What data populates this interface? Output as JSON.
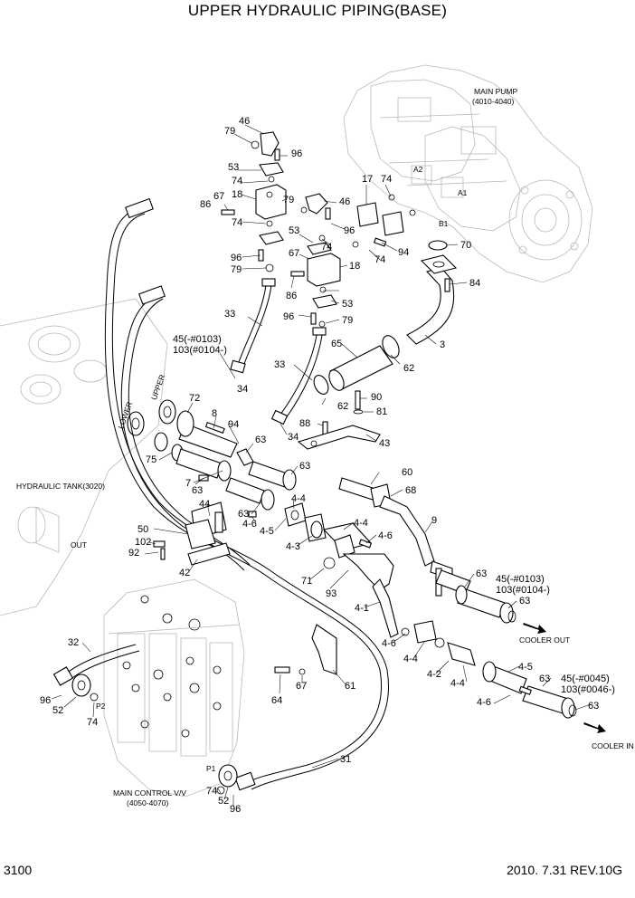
{
  "title": "UPPER HYDRAULIC PIPING(BASE)",
  "footer": {
    "page_number": "3100",
    "revision": "2010. 7.31  REV.10G"
  },
  "notes": {
    "main_pump": "MAIN PUMP",
    "main_pump_code": "(4010-4040)",
    "hydraulic_tank": "HYDRAULIC TANK(3020)",
    "out": "OUT",
    "main_control_valve": "MAIN CONTROL V/V",
    "main_control_valve_code": "(4050-4070)",
    "cooler_out": "COOLER OUT",
    "cooler_in": "COOLER IN",
    "port_b1": "B1",
    "port_a1": "A1",
    "port_a2": "A2",
    "port_p1": "P1",
    "port_p2": "P2",
    "tank_lower": "LOWER",
    "tank_upper": "UPPER"
  },
  "callouts": [
    "46",
    "79",
    "96",
    "53",
    "74",
    "18",
    "86",
    "67",
    "79",
    "46",
    "17",
    "74",
    "74",
    "96",
    "96",
    "79",
    "53",
    "67",
    "74",
    "94",
    "70",
    "18",
    "74",
    "86",
    "84",
    "53",
    "96",
    "79",
    "33",
    "45(-#0103)",
    "103(#0104-)",
    "34",
    "65",
    "3",
    "62",
    "33",
    "72",
    "8",
    "94",
    "90",
    "81",
    "62",
    "88",
    "34",
    "43",
    "63",
    "75",
    "63",
    "7",
    "63",
    "60",
    "68",
    "44",
    "63",
    "4-4",
    "9",
    "50",
    "4-6",
    "4-5",
    "102",
    "92",
    "4-4",
    "4-6",
    "4-3",
    "42",
    "71",
    "63",
    "45(-#0103)",
    "103(#0104-)",
    "93",
    "63",
    "4-1",
    "32",
    "4-6",
    "4-4",
    "4-5",
    "4-2",
    "45(-#0045)",
    "103(#0046-)",
    "63",
    "96",
    "52",
    "74",
    "64",
    "67",
    "61",
    "4-4",
    "4-6",
    "63",
    "31",
    "74",
    "52",
    "96"
  ]
}
